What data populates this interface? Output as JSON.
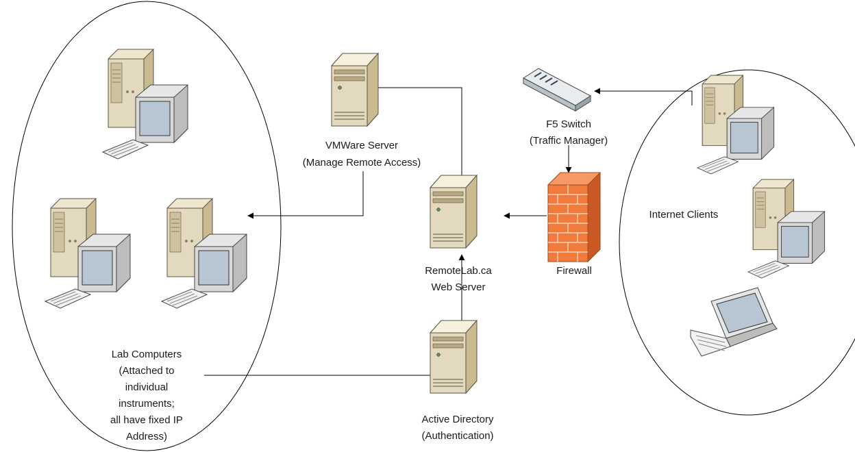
{
  "labels": {
    "vmware_line1": "VMWare Server",
    "vmware_line2": "(Manage Remote Access)",
    "f5_line1": "F5 Switch",
    "f5_line2": "(Traffic Manager)",
    "web_line1": "RemoteLab.ca",
    "web_line2": "Web Server",
    "firewall": "Firewall",
    "internet_clients": "Internet Clients",
    "ad_line1": "Active Directory",
    "ad_line2": "(Authentication)",
    "lab_line1": "Lab Computers",
    "lab_line2": "(Attached to",
    "lab_line3": "individual",
    "lab_line4": "instruments;",
    "lab_line5": "all have fixed IP",
    "lab_line6": "Address)"
  },
  "colors": {
    "line": "#000000",
    "server_body": "#e3d9bf",
    "server_dark": "#b7a882",
    "monitor_body": "#e6e6e6",
    "screen": "#b7c6d2",
    "firewall_brick": "#f07b3c",
    "firewall_mortar": "#fbd2b8"
  }
}
